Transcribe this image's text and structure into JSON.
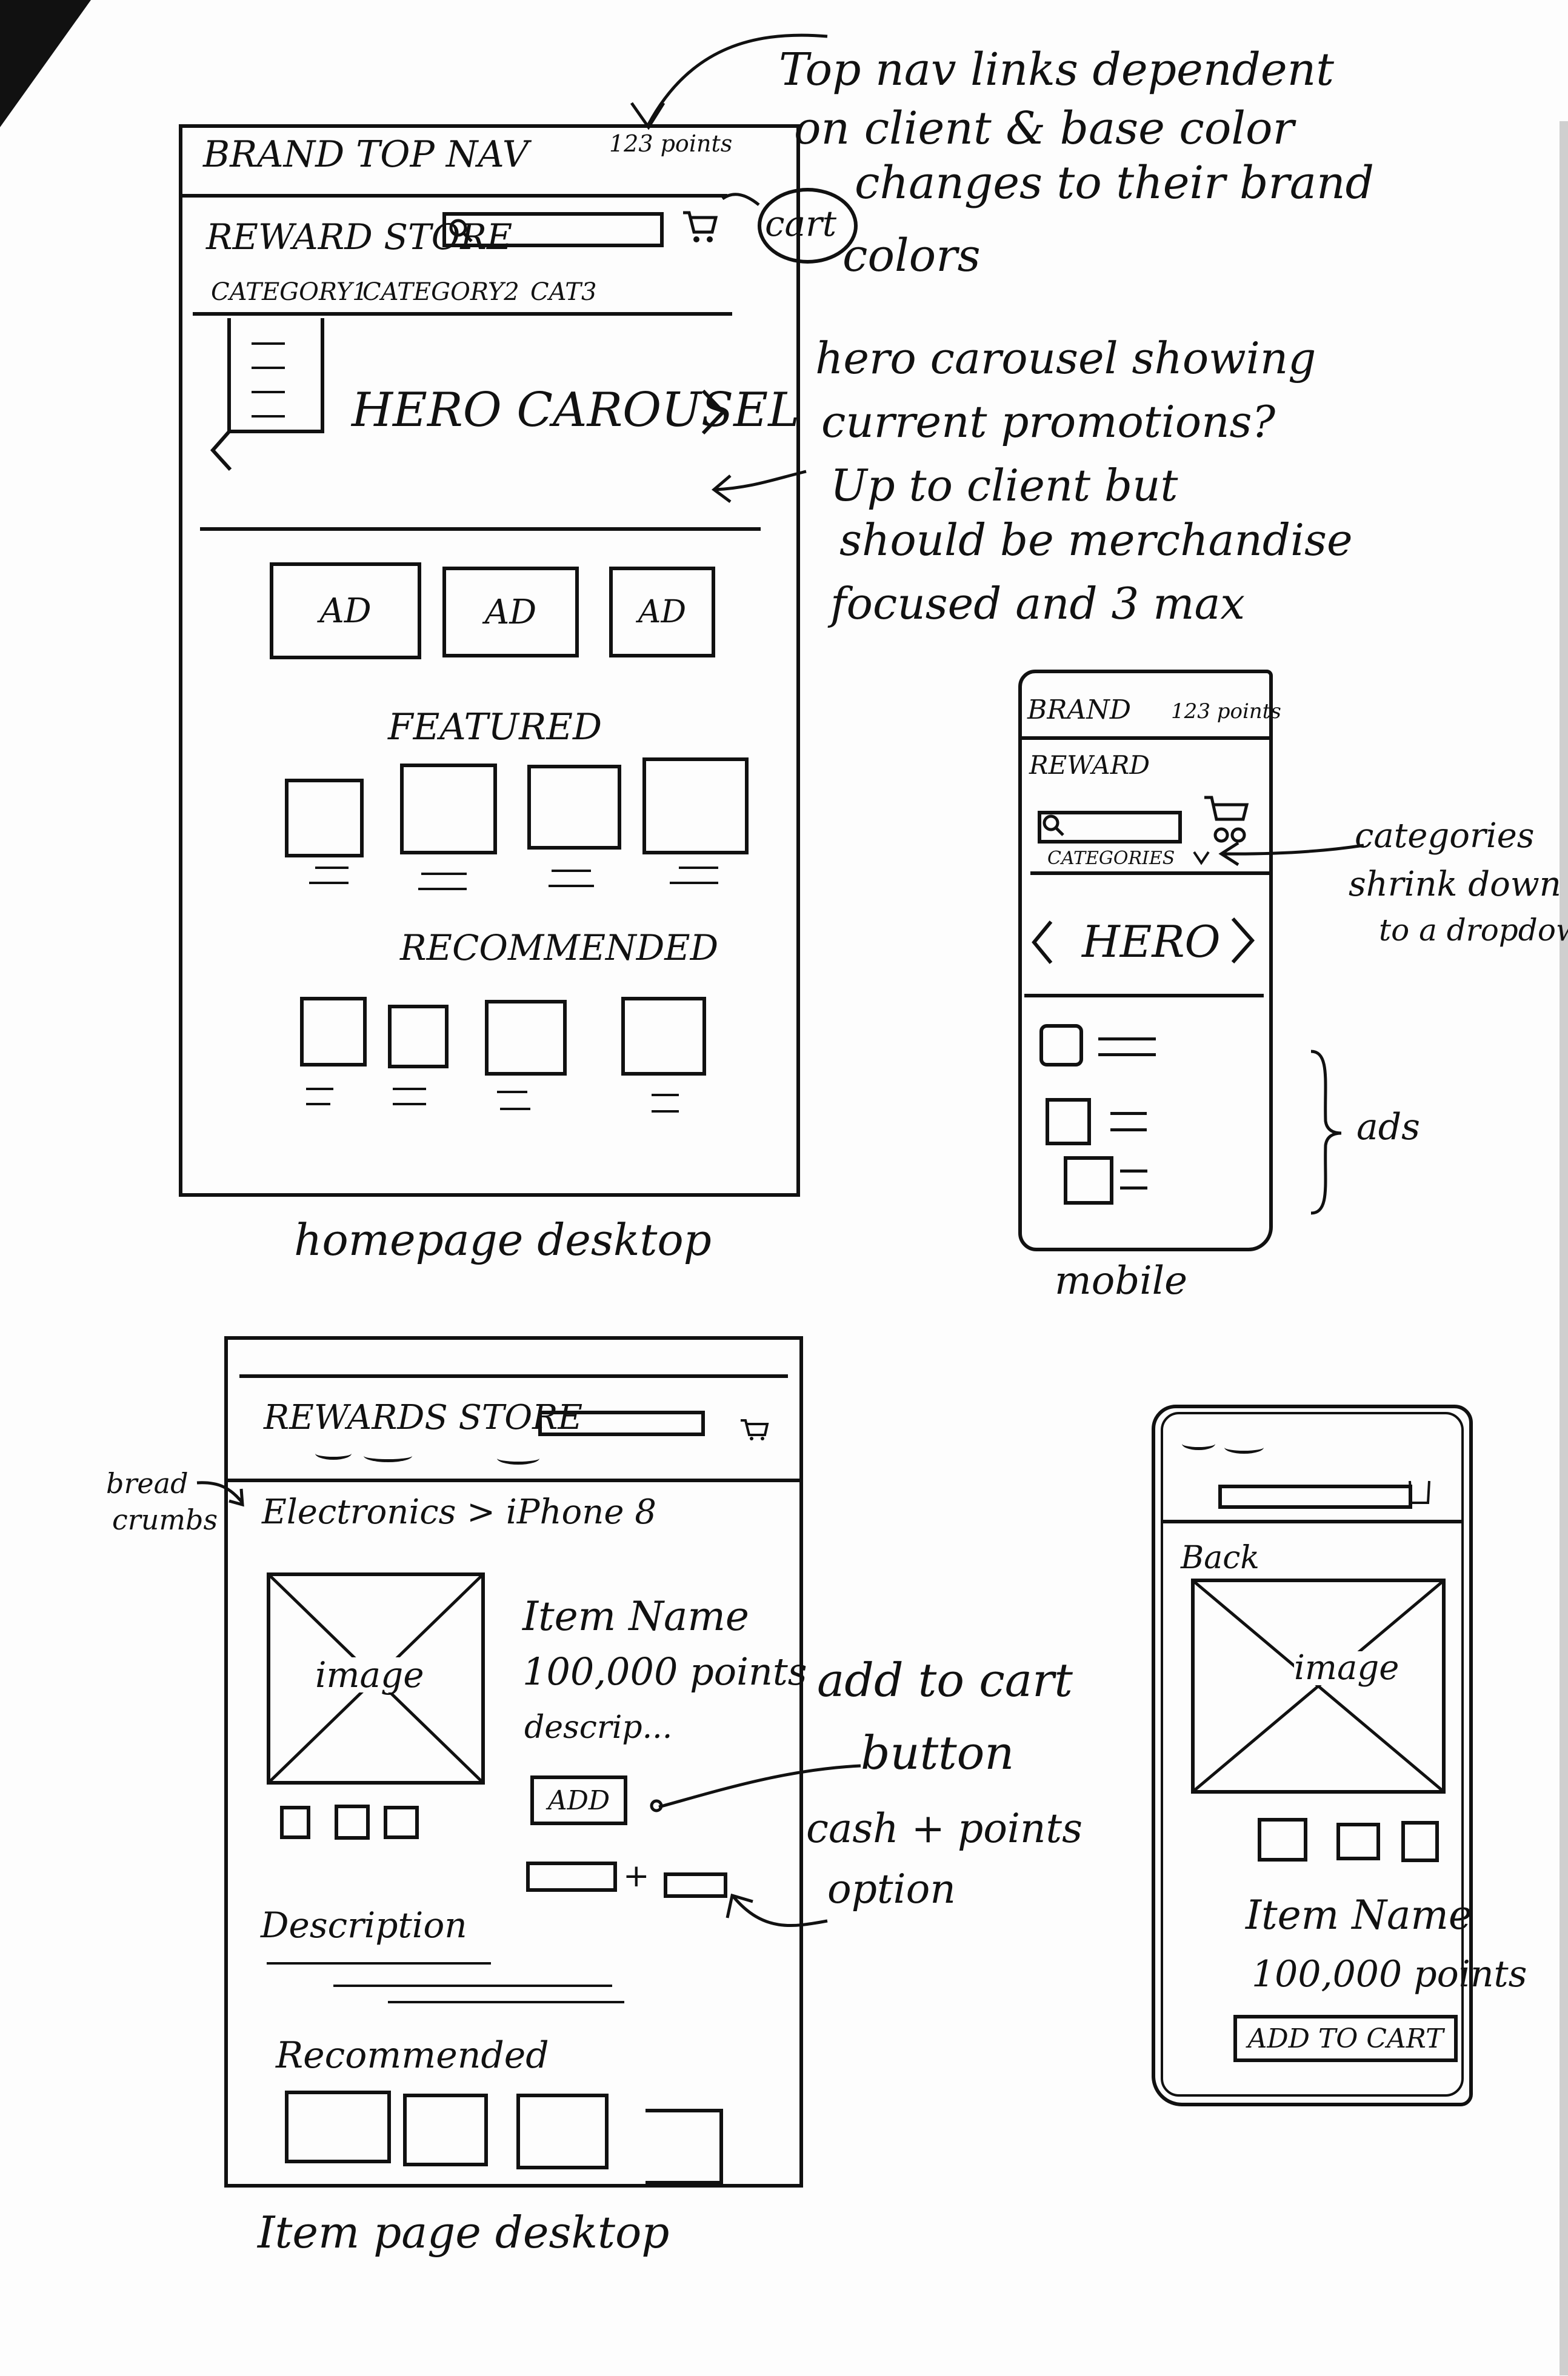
{
  "homepage_desktop": {
    "brand_top_nav": "BRAND TOP NAV",
    "points": "123 points",
    "reward_store": "REWARD STORE",
    "categories": [
      "CATEGORY1",
      "CATEGORY2",
      "CAT3"
    ],
    "hero": "HERO CAROUSEL",
    "ads": [
      "AD",
      "AD",
      "AD"
    ],
    "featured": "FEATURED",
    "recommended": "RECOMMENDED",
    "caption": "homepage desktop"
  },
  "annotations": {
    "top_nav": [
      "Top nav links dependent",
      "on client & base color",
      "changes to their brand",
      "colors"
    ],
    "cart": "cart",
    "hero": [
      "hero carousel showing",
      "current promotions?",
      "Up to client but",
      "should be merchandise",
      "focused and 3 max"
    ],
    "categories": [
      "categories",
      "shrink down",
      "to a dropdown"
    ],
    "ads": "ads",
    "breadcrumbs": [
      "bread",
      "crumbs"
    ],
    "add_to_cart": [
      "add to cart",
      "button"
    ],
    "cash_points": [
      "cash + points",
      "option"
    ]
  },
  "mobile": {
    "brand": "BRAND",
    "points": "123 points",
    "reward": "REWARD",
    "categories": "CATEGORIES",
    "hero": "HERO",
    "caption": "mobile"
  },
  "item_desktop": {
    "rewards_store": "REWARDS STORE",
    "breadcrumb": "Electronics > iPhone 8",
    "image": "image",
    "item_name": "Item Name",
    "points": "100,000 points",
    "descrip": "descrip...",
    "add": "ADD",
    "plus": "+",
    "description": "Description",
    "recommended": "Recommended",
    "caption": "Item page desktop"
  },
  "item_mobile": {
    "back": "Back",
    "image": "image",
    "item_name": "Item Name",
    "points": "100,000 points",
    "add_to_cart": "ADD TO CART"
  }
}
